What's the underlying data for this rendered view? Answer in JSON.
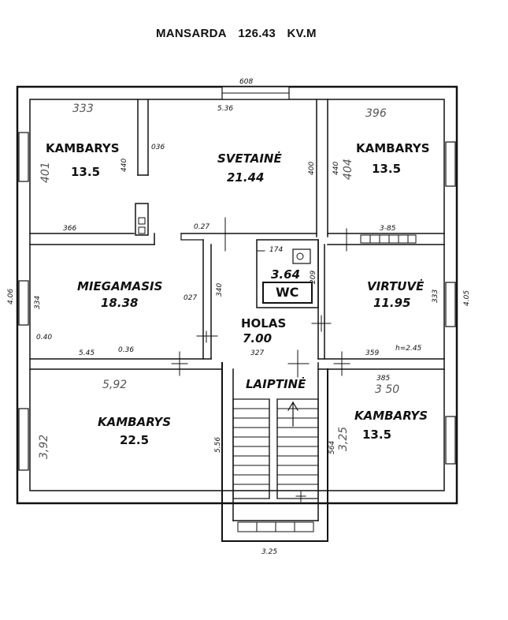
{
  "title": {
    "level": "MANSARDA",
    "area": "126.43",
    "unit": "KV.M"
  },
  "rooms": {
    "kambarys_nw": {
      "name": "KAMBARYS",
      "area": "13.5"
    },
    "svetaine": {
      "name": "SVETAINĖ",
      "area": "21.44"
    },
    "kambarys_ne": {
      "name": "KAMBARYS",
      "area": "13.5"
    },
    "miegamasis": {
      "name": "MIEGAMASIS",
      "area": "18.38"
    },
    "wc": {
      "name": "WC",
      "area": "3.64"
    },
    "virtuve": {
      "name": "VIRTUVĖ",
      "area": "11.95"
    },
    "holas": {
      "name": "HOLAS",
      "area": "7.00"
    },
    "laiptine": {
      "name": "LAIPTINĖ"
    },
    "kambarys_sw": {
      "name": "KAMBARYS",
      "area": "22.5"
    },
    "kambarys_se": {
      "name": "KAMBARYS",
      "area": "13.5"
    }
  },
  "dimensions": {
    "top_window": "608",
    "svetaine_width": "5.36",
    "nw_partition": "036",
    "nw_height": "440",
    "nw_bottom": "366",
    "svetaine_height": "400",
    "ne_height": "440",
    "ne_bottom": "3-85",
    "hall_top": "0.27",
    "wc_top": "174",
    "wc_side": "209",
    "hall_left": "340",
    "miegamasis_left_wall": "027",
    "miegamasis_window": "334",
    "left_outer": "4.06",
    "right_outer": "4.05",
    "virtuve_window": "333",
    "miegamasis_low": "0.40",
    "miegamasis_bottom": "5.45",
    "miegamasis_bottom2": "0.36",
    "holas_bottom": "327",
    "virtuve_bottom": "359",
    "height": "h=2.45",
    "se_top": "385",
    "sw_height": "5.56",
    "se_height": "564",
    "stair_bottom": "3.25"
  },
  "handwritten": {
    "nw_top": "333",
    "nw_side": "401",
    "ne_top": "396",
    "ne_side": "404",
    "sw_top": "5,92",
    "sw_side": "3,92",
    "se_top": "3 50",
    "se_side": "3,25"
  }
}
